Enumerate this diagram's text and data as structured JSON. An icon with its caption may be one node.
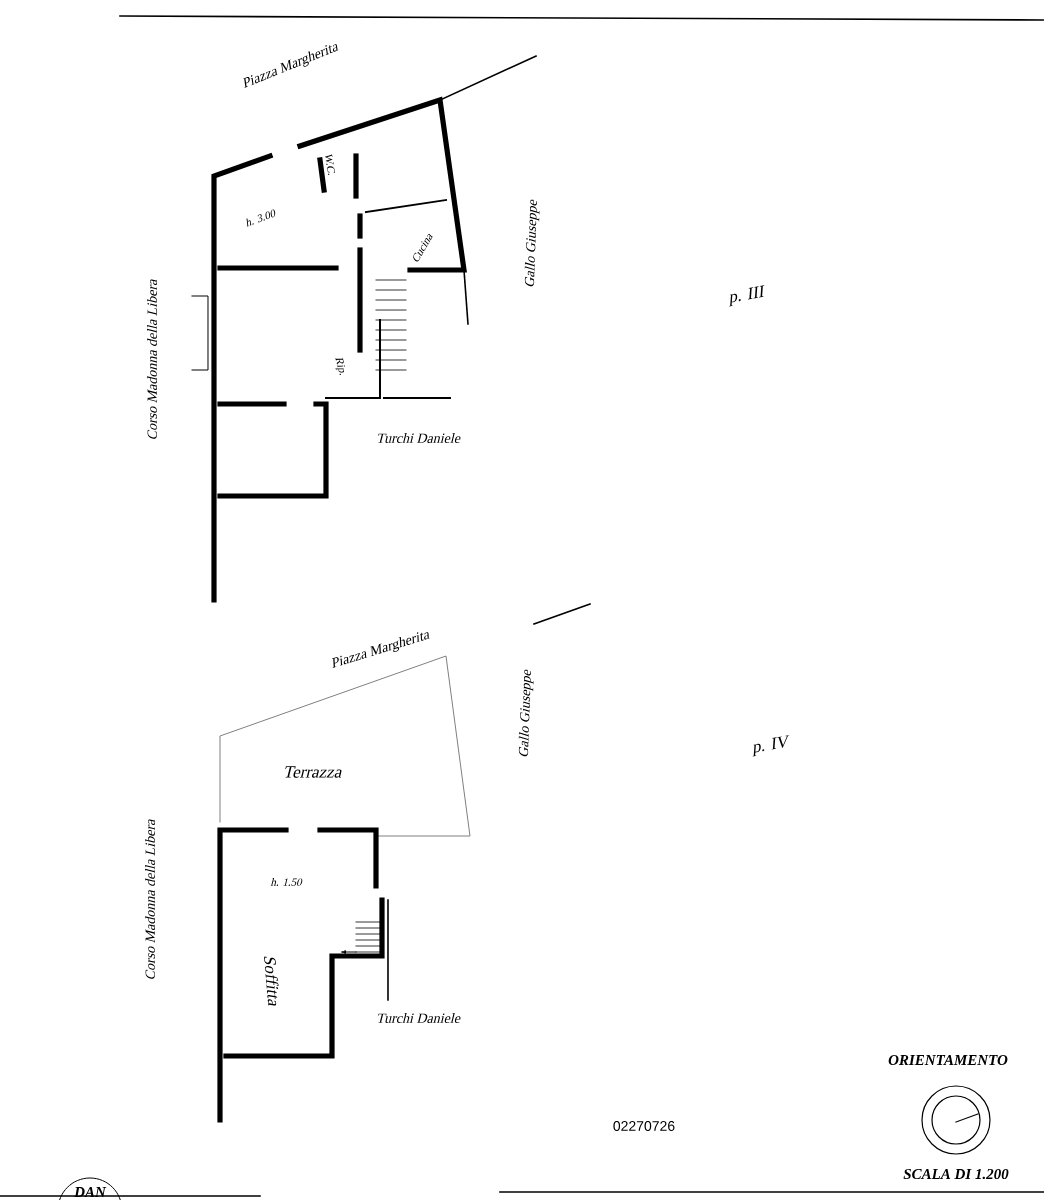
{
  "diagram": {
    "labels": [
      "Piazza Margherita",
      "W.C.",
      "h. 3.00",
      "Cucina",
      "Corso Madonna della Libera",
      "Rip.",
      "Gallo Giuseppe",
      "p. III",
      "Turchi Daniele",
      "Piazza Margherita",
      "Terrazza",
      "Corso Madonna della Libera",
      "Gallo Giuseppe",
      "p. IV",
      "h. 1.50",
      "Soffitta",
      "Turchi Daniele",
      "ORIENTAMENTO",
      "02270726",
      "SCALA DI 1.200",
      "DAN"
    ]
  }
}
